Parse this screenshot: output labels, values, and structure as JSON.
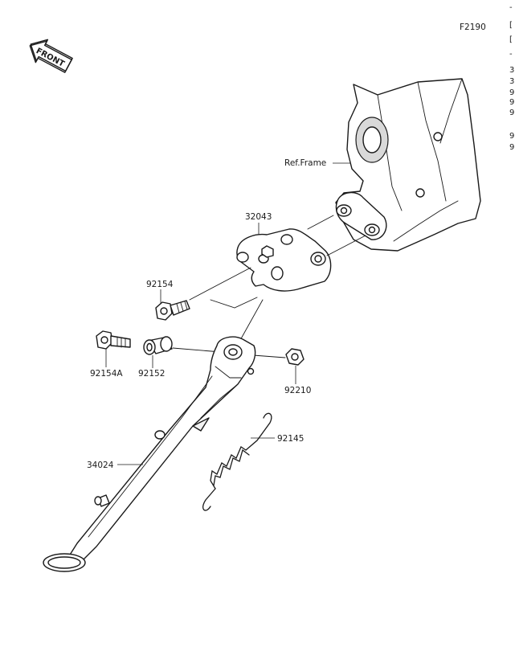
{
  "figure_code": "F2190",
  "direction_badge": "FRONT",
  "reference_label": "Ref.Frame",
  "parts": {
    "bracket": "32043",
    "bolt_bracket": "92154",
    "bolt_stand": "92154A",
    "collar": "92152",
    "nut": "92210",
    "spring": "92145",
    "side_stand": "34024"
  },
  "right_edge_fragments": [
    "-",
    "[",
    "[",
    "-",
    "3",
    "3",
    "9",
    "9",
    "9",
    "9",
    "9"
  ]
}
